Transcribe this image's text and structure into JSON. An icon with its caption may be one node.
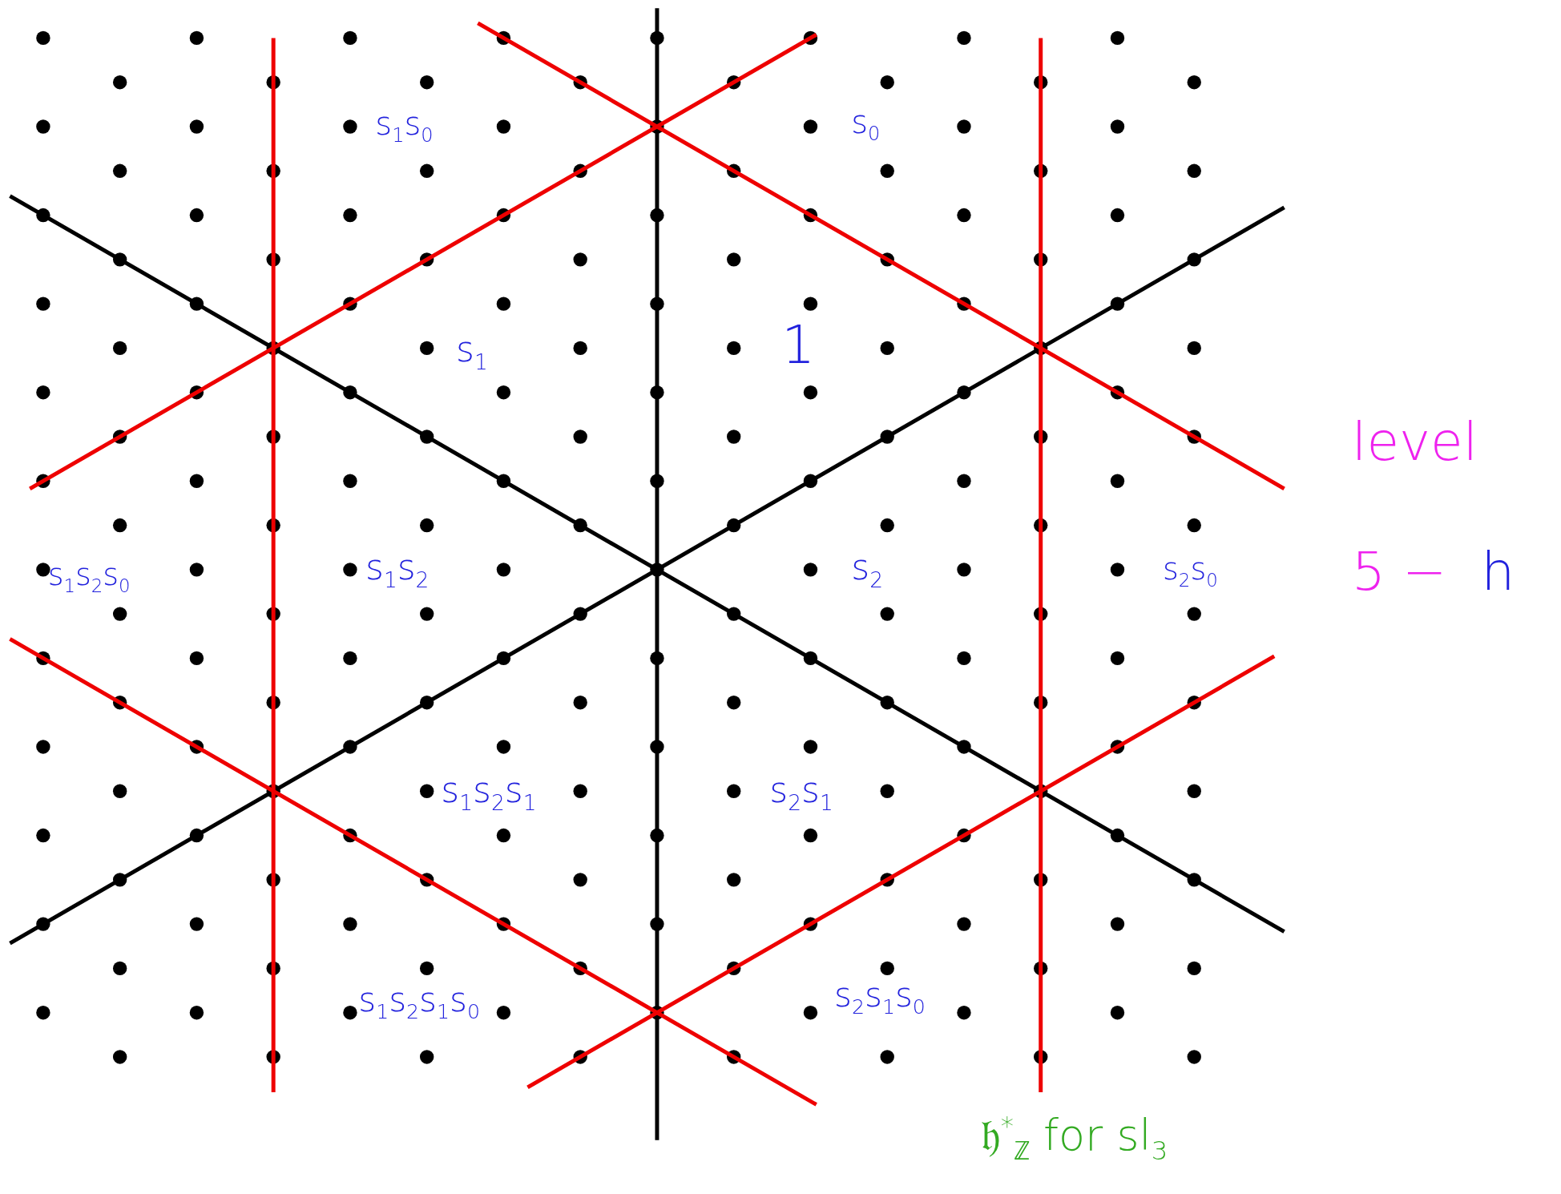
{
  "diagram": {
    "labels": [
      "s$_{1}$s$_{0}$",
      "s$_{0}$",
      "s$_{1}$",
      "1",
      "s$_{1}$s$_{2}$s$_{0}$",
      "s$_{1}$s$_{2}$",
      "s$_{2}$",
      "s$_{2}$s$_{0}$",
      "s$_{1}$s$_{2}$s$_{1}$",
      "s$_{2}$s$_{1}$",
      "s$_{1}$s$_{2}$s$_{1}$s$_{0}$",
      "s$_{2}$s$_{1}$s$_{0}$",
      "level",
      "5 −",
      "h",
      "𝔥$^{*}$$_{ℤ}$ for sl$_{3}$"
    ]
  }
}
